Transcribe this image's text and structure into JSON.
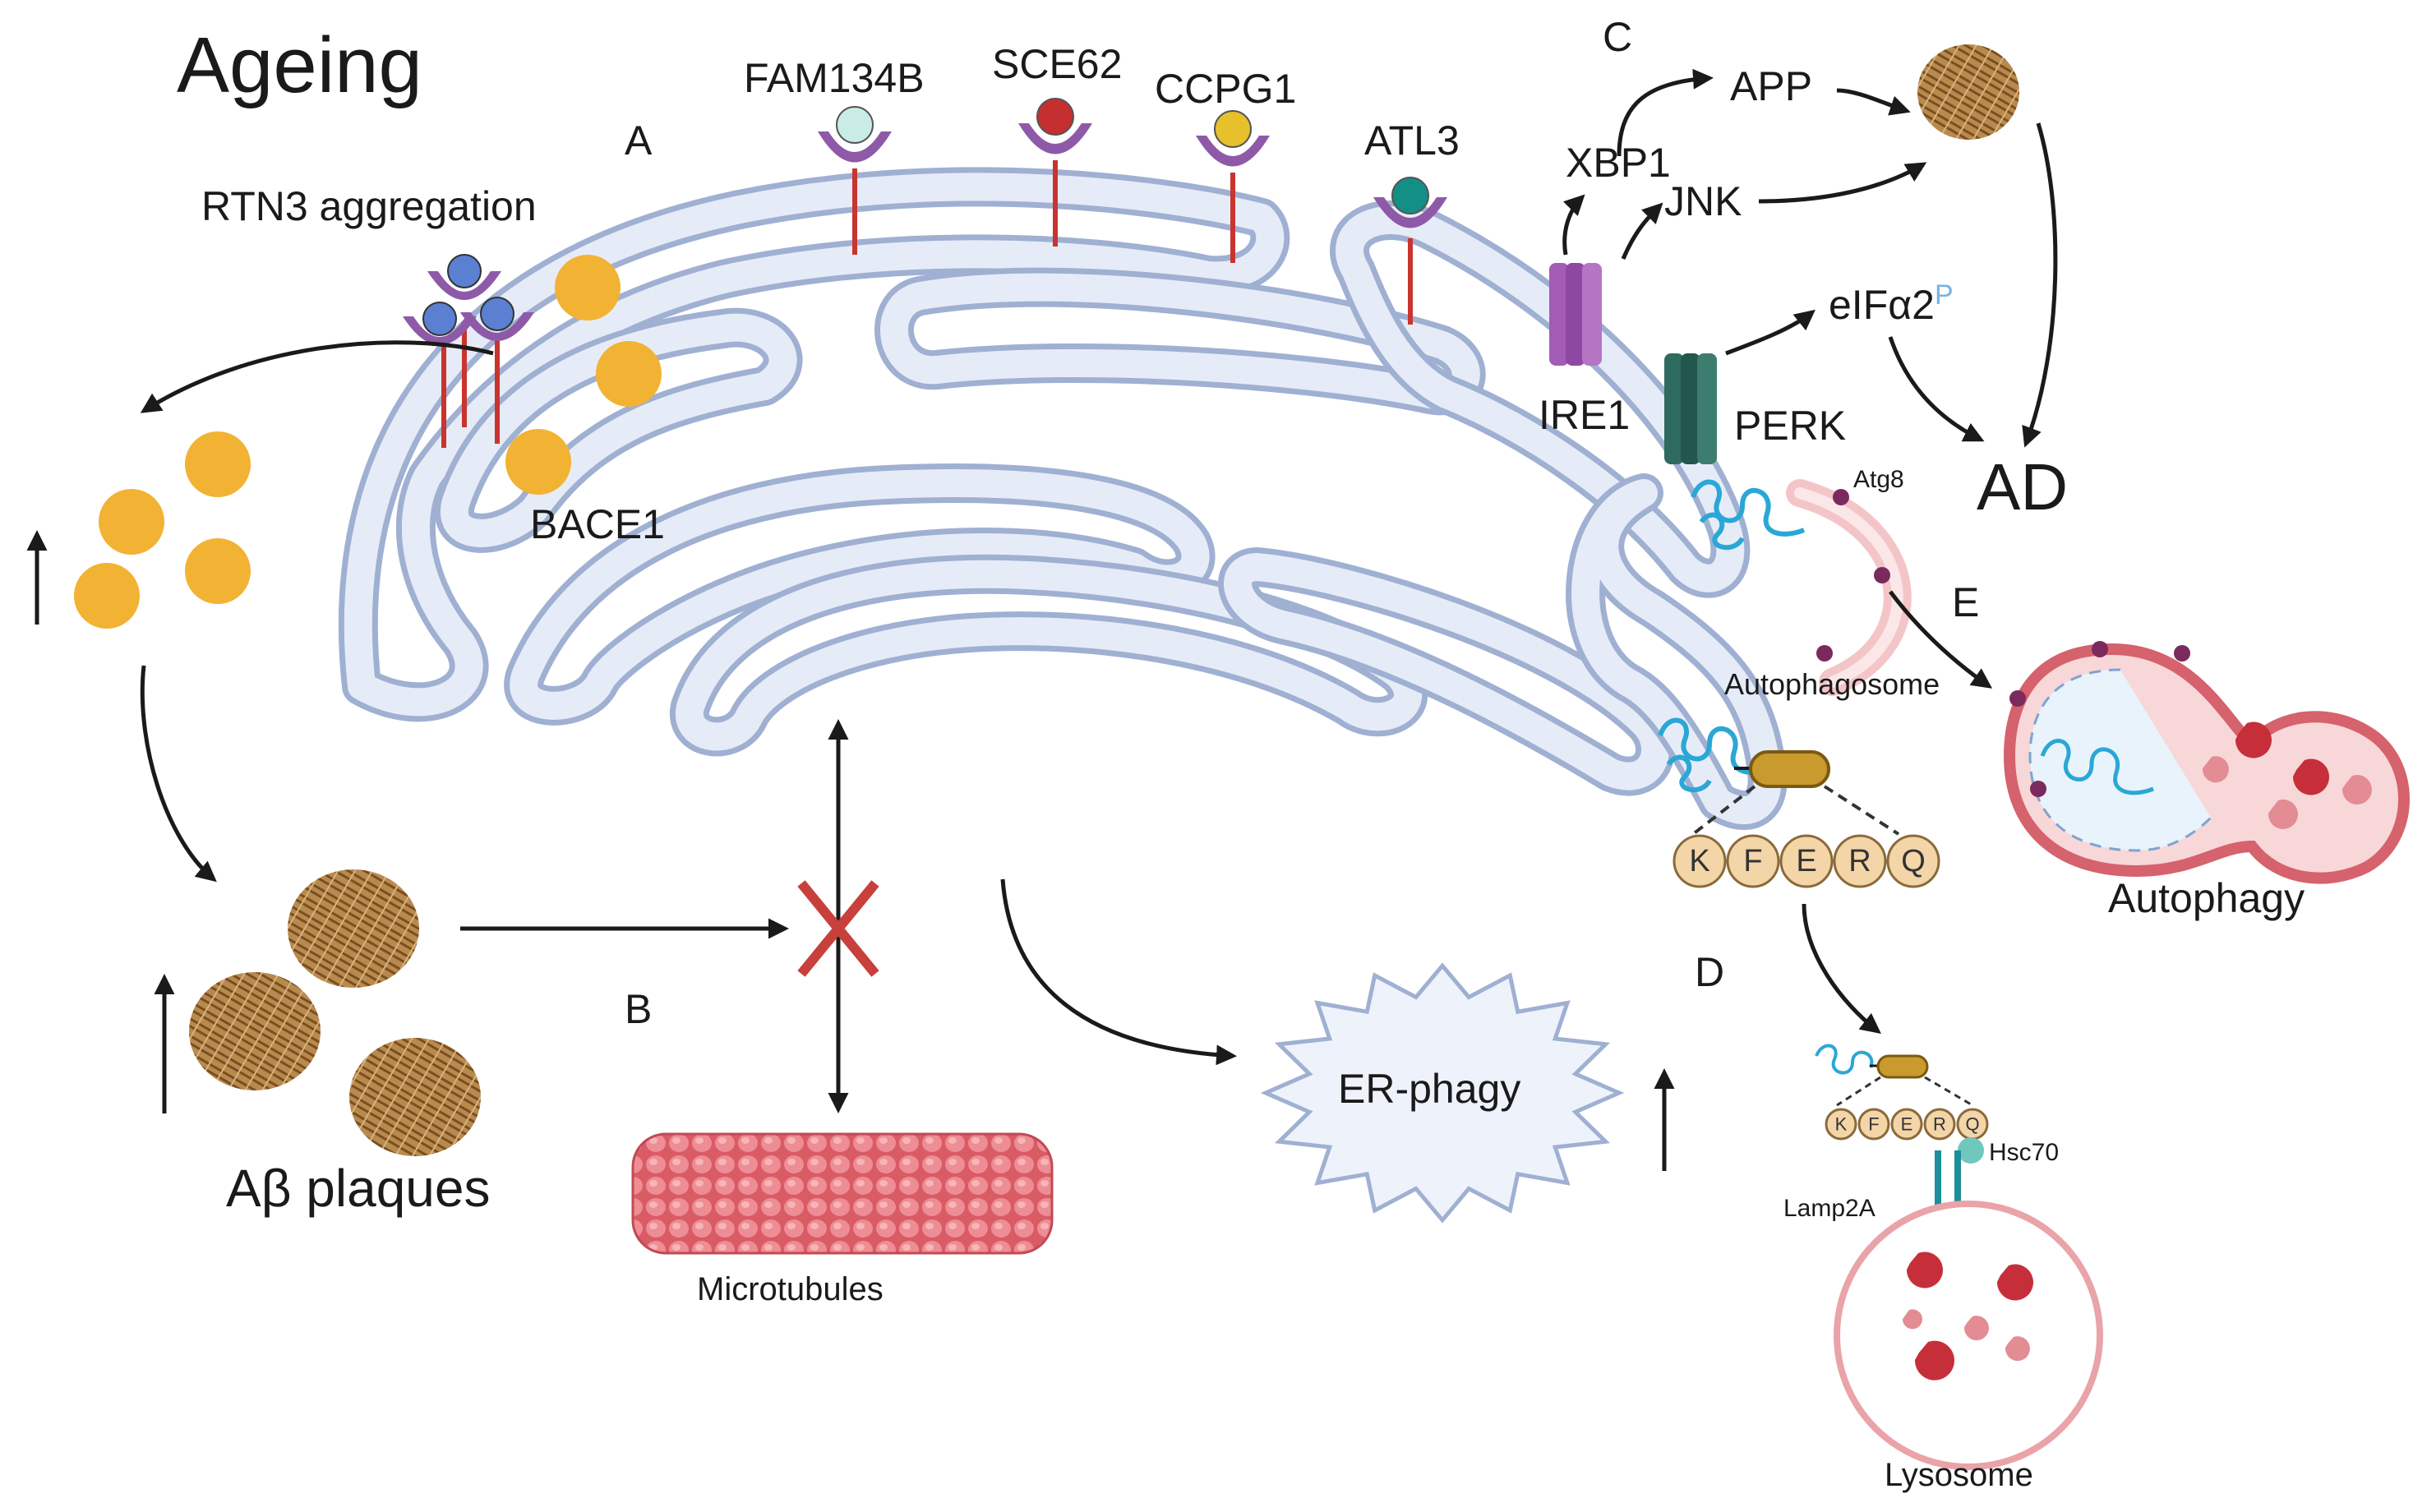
{
  "title": "Ageing",
  "receptors": {
    "fam134b": "FAM134B",
    "sce62": "SCE62",
    "ccpg1": "CCPG1",
    "atl3": "ATL3"
  },
  "rtn3": "RTN3 aggregation",
  "bace1": "BACE1",
  "ab_plaques": "Aβ plaques",
  "microtubules": "Microtubules",
  "er_phagy": "ER-phagy",
  "sections": {
    "a": "A",
    "b": "B",
    "c": "C",
    "d": "D",
    "e": "E"
  },
  "pathway_c": {
    "xbp1": "XBP1",
    "jnk": "JNK",
    "app": "APP",
    "ire1": "IRE1",
    "perk": "PERK",
    "eif": "eIFα2",
    "eif_p": "P",
    "ad": "AD"
  },
  "autophagy": {
    "atg8": "Atg8",
    "autophagosome": "Autophagosome",
    "autophagy": "Autophagy"
  },
  "cma": {
    "motif": [
      "K",
      "F",
      "E",
      "R",
      "Q"
    ],
    "hsc70": "Hsc70",
    "lamp2a": "Lamp2A",
    "lysosome": "Lysosome"
  },
  "colors": {
    "er_membrane": "#9fb0d2",
    "amyloid_beta": "#f2b233",
    "receptor": "#8e5aa8",
    "ire1": "#a35cb5",
    "perk": "#2f6a5e",
    "lysosome": "#e08a92",
    "microtubule": "#e3737b"
  }
}
